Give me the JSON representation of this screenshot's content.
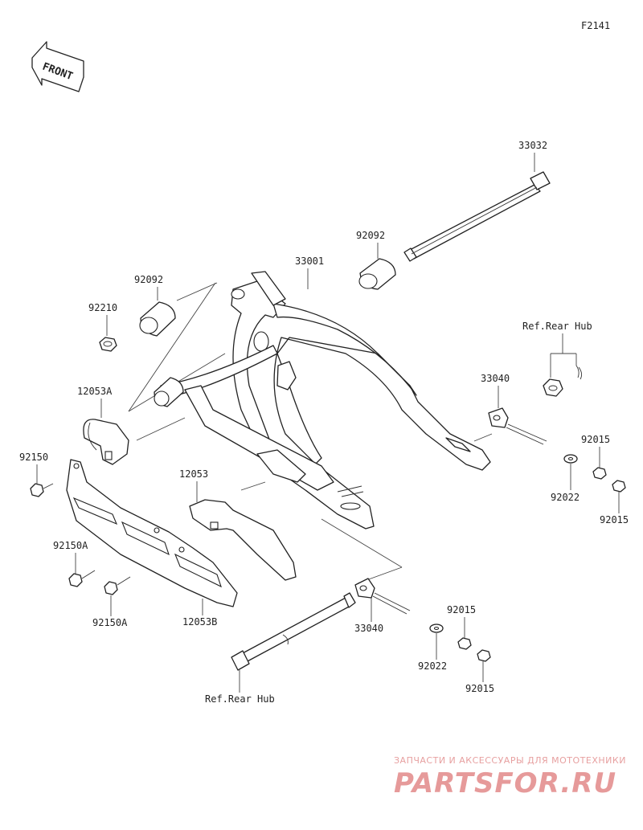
{
  "diagram_code": "F2141",
  "front_label": "FRONT",
  "parts": {
    "p33032": "33032",
    "p92092_right": "92092",
    "p33001": "33001",
    "p92092_left": "92092",
    "p92210": "92210",
    "p12053A": "12053A",
    "p92150": "92150",
    "p12053": "12053",
    "p92150A_top": "92150A",
    "p92150A_bottom": "92150A",
    "p12053B": "12053B",
    "p33040_right": "33040",
    "p33040_bottom": "33040",
    "p92015_a": "92015",
    "p92015_b": "92015",
    "p92022_right": "92022",
    "p92015_c": "92015",
    "p92022_bottom": "92022",
    "p92015_d": "92015"
  },
  "refs": {
    "rear_hub_top": "Ref.Rear Hub",
    "rear_hub_bottom": "Ref.Rear Hub"
  },
  "watermark": {
    "subtitle": "ЗАПЧАСТИ И АКСЕССУАРЫ ДЛЯ МОТОТЕХНИКИ",
    "brand": "PARTSFOR.RU"
  },
  "colors": {
    "line": "#222222",
    "watermark": "#e69a9a"
  }
}
